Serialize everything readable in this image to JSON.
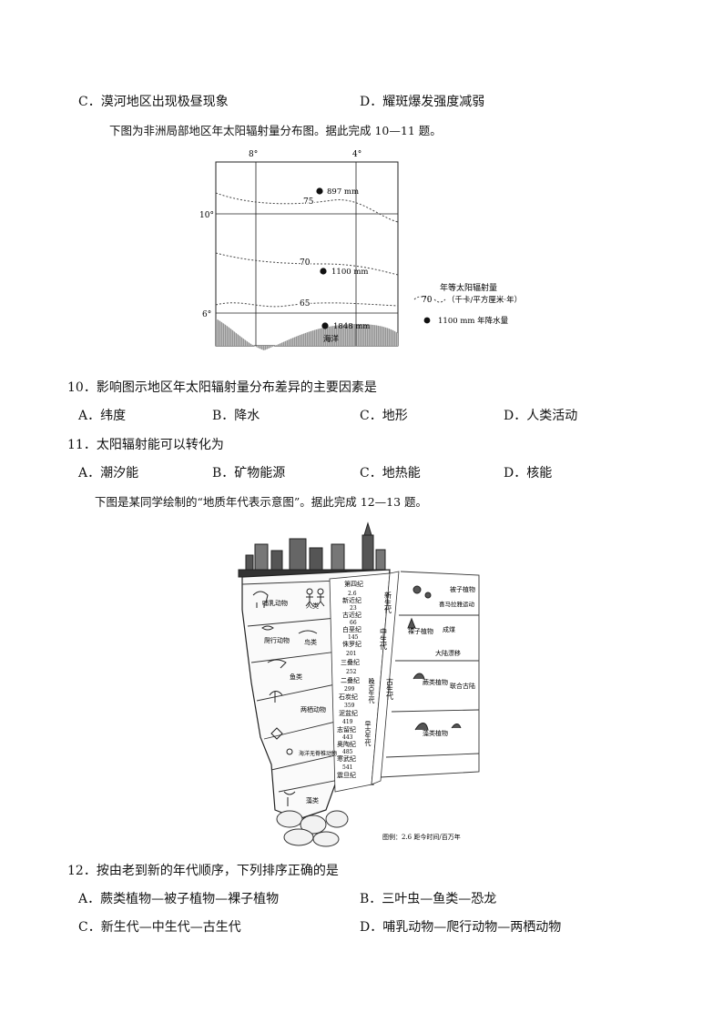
{
  "q9_options": {
    "C": "C．漠河地区出现极昼现象",
    "D": "D．耀斑爆发强度减弱"
  },
  "intro_10_11": "下图为非洲局部地区年太阳辐射量分布图。据此完成 10—11 题。",
  "map": {
    "lon_labels": [
      "8°",
      "4°"
    ],
    "lat_labels": [
      "10°",
      "6°"
    ],
    "isoline_values": [
      "75",
      "70",
      "65"
    ],
    "stations": [
      "897 mm",
      "1100 mm",
      "1848 mm"
    ],
    "sea_label": "海洋",
    "legend": {
      "title": "年等太阳辐射量",
      "iso_sample": "70",
      "iso_unit": "（千卡/平方厘米·年）",
      "dot_label": "1100 mm 年降水量"
    }
  },
  "q10": {
    "stem": "10．影响图示地区年太阳辐射量分布差异的主要因素是",
    "A": "A．纬度",
    "B": "B．降水",
    "C": "C．地形",
    "D": "D．人类活动"
  },
  "q11": {
    "stem": "11．太阳辐射能可以转化为",
    "A": "A．潮汐能",
    "B": "B．矿物能源",
    "C": "C．地热能",
    "D": "D．核能"
  },
  "intro_12_13": "下图是某同学绘制的“地质年代表示意图”。据此完成 12—13 题。",
  "geo": {
    "periods": [
      "第四纪",
      "新近纪",
      "古近纪",
      "白垩纪",
      "侏罗纪",
      "三叠纪",
      "二叠纪",
      "石炭纪",
      "泥盆纪",
      "志留纪",
      "奥陶纪",
      "寒武纪",
      "震旦纪"
    ],
    "era_labels": [
      "新生代",
      "中生代",
      "古生代"
    ],
    "era_sub": [
      "晚古生代",
      "早古生代"
    ],
    "life_labels": [
      "哺乳动物",
      "人类",
      "爬行动物",
      "鸟类",
      "鱼类",
      "两栖动物",
      "海洋无脊椎动物",
      "藻类"
    ],
    "plant_labels": [
      "被子植物",
      "裸子植物",
      "蕨类植物",
      "藻类植物"
    ],
    "events": [
      "喜马拉雅运动",
      "成煤",
      "大陆漂移",
      "联合古陆"
    ],
    "age_numbers": [
      "2.6",
      "23",
      "66",
      "145",
      "201",
      "252",
      "299",
      "359",
      "419",
      "443",
      "485",
      "541"
    ],
    "caption": "图例：2.6  距今时间/百万年"
  },
  "q12": {
    "stem": "12．按由老到新的年代顺序，下列排序正确的是",
    "A": "A．蕨类植物—被子植物—裸子植物",
    "B": "B．三叶虫—鱼类—恐龙",
    "C": "C．新生代—中生代—古生代",
    "D": "D．哺乳动物—爬行动物—两栖动物"
  }
}
